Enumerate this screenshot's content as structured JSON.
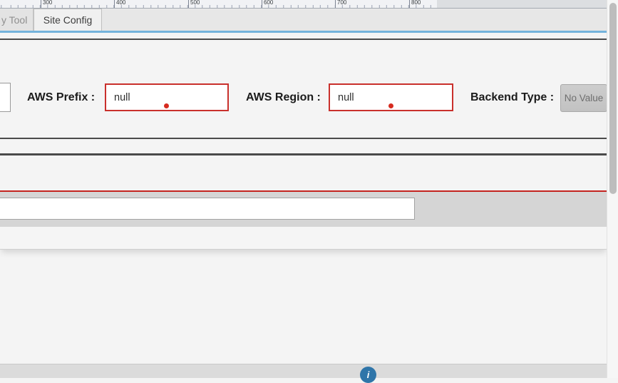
{
  "ruler": {
    "labels": [
      "300",
      "400",
      "500",
      "600",
      "700",
      "800"
    ]
  },
  "tabs": [
    {
      "label": "y Tool",
      "active": false
    },
    {
      "label": "Site Config",
      "active": true
    }
  ],
  "form": {
    "fields": [
      {
        "label": "AWS Prefix :",
        "value": "null",
        "state": "error"
      },
      {
        "label": "AWS Region :",
        "value": "null",
        "state": "error"
      },
      {
        "label": "Backend Type :",
        "value": "No Value",
        "state": "disabled"
      }
    ]
  },
  "toolbar_input": {
    "value": ""
  },
  "footer": {
    "info_glyph": "i"
  },
  "colors": {
    "error_border": "#c9302c",
    "error_dot": "#d62b1f",
    "tab_underline": "#74b3dc",
    "red_divider": "#c42420",
    "footer_button": "#2f75a9"
  }
}
